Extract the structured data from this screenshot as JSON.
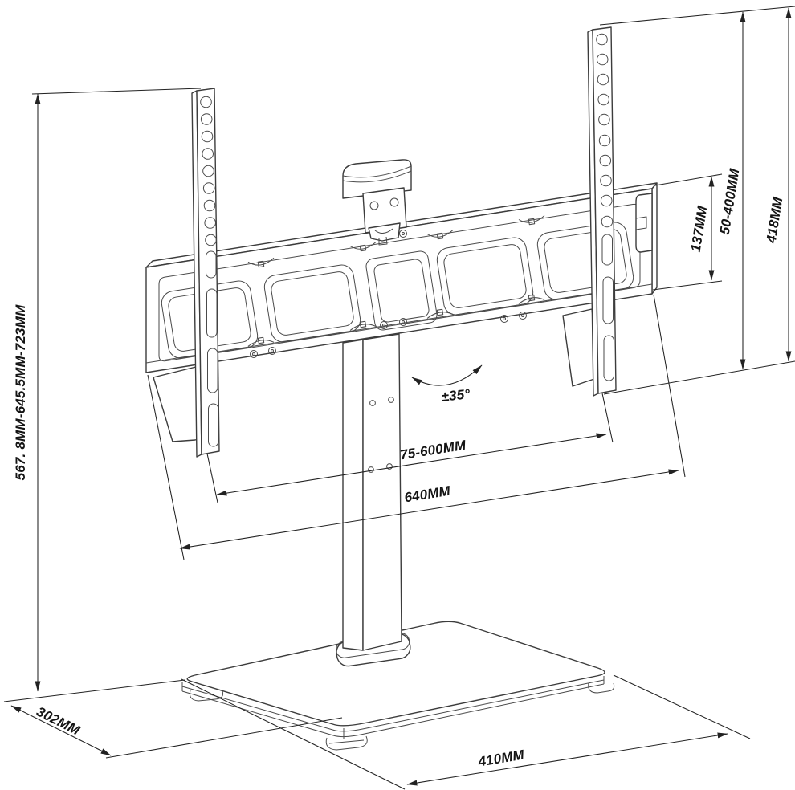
{
  "diagram": {
    "type": "tv-tabletop-stand-technical-drawing",
    "dimensions": {
      "total_height_range": "567. 8MM-645.5MM-723MM",
      "base_depth": "302MM",
      "base_width": "410MM",
      "bracket_width": "640MM",
      "vesa_width_range": "75-600MM",
      "swivel_angle": "±35°",
      "plate_height": "137MM",
      "vesa_height_range": "50-400MM",
      "rail_height": "418MM"
    }
  }
}
